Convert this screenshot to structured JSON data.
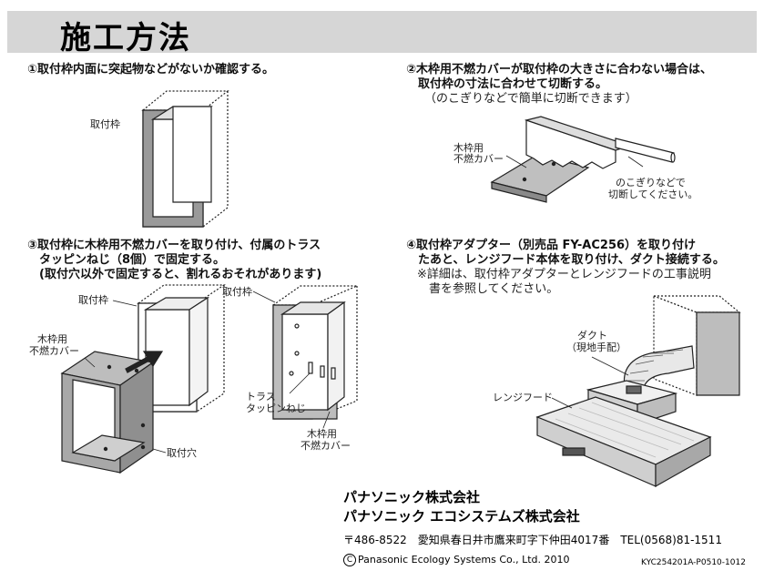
{
  "header": {
    "title": "施工方法"
  },
  "steps": {
    "s1": "①取付枠内面に突起物などがないか確認する。",
    "s2_line1": "②木枠用不燃カバーが取付枠の大きさに合わない場合は、",
    "s2_line2": "　取付枠の寸法に合わせて切断する。",
    "s2_note": "（のこぎりなどで簡単に切断できます）",
    "s3_line1": "③取付枠に木枠用不燃カバーを取り付け、付属のトラス",
    "s3_line2": "　タッピンねじ（8個）で固定する。",
    "s3_note": "　(取付穴以外で固定すると、割れるおそれがあります)",
    "s4_line1": "④取付枠アダプター（別売品 FY-AC256）を取り付け",
    "s4_line2": "　たあと、レンジフード本体を取り付け、ダクト接続する。",
    "s4_note1": "※詳細は、取付枠アダプターとレンジフードの工事説明",
    "s4_note2": "　書を参照してください。"
  },
  "labels": {
    "frame": "取付枠",
    "cover_line1": "木枠用",
    "cover_line2": "不燃カバー",
    "saw_line1": "のこぎりなどで",
    "saw_line2": "切断してください。",
    "mount_hole": "取付穴",
    "screw_line1": "トラス",
    "screw_line2": "タッピンねじ",
    "duct": "ダクト",
    "duct_sub": "（現地手配）",
    "hood": "レンジフード"
  },
  "footer": {
    "company1": "パナソニック株式会社",
    "company2": "パナソニック エコシステムズ株式会社",
    "address": "〒486-8522　愛知県春日井市鷹来町字下仲田4017番　TEL(0568)81-1511",
    "copyright_symbol": "C",
    "copyright": "Panasonic Ecology Systems Co., Ltd. 2010",
    "doc_code": "KYC254201A-P0510-1012"
  }
}
